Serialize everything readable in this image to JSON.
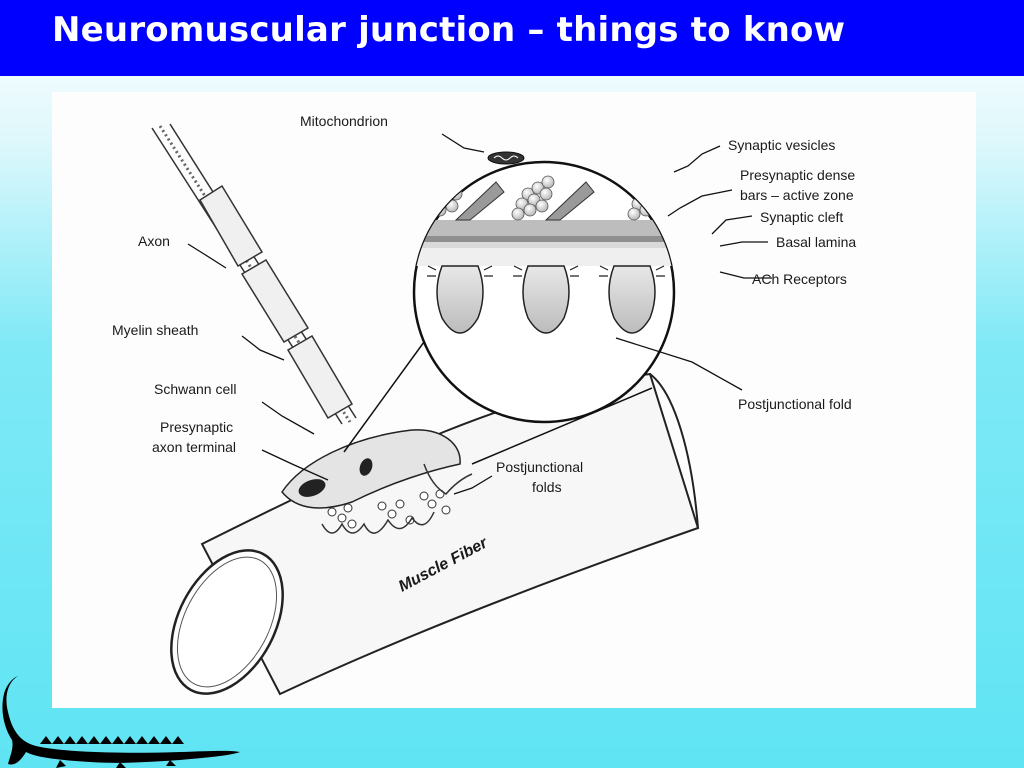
{
  "slide": {
    "title": "Neuromuscular junction – things to know"
  },
  "diagram": {
    "labels": {
      "mitochondrion": "Mitochondrion",
      "synaptic_vesicles": "Synaptic vesicles",
      "presynaptic_dense_1": "Presynaptic dense",
      "presynaptic_dense_2": "bars – active zone",
      "synaptic_cleft": "Synaptic cleft",
      "basal_lamina": "Basal lamina",
      "ach_receptors": "ACh Receptors",
      "postjunctional_fold": "Postjunctional fold",
      "axon": "Axon",
      "myelin_sheath": "Myelin sheath",
      "schwann_cell": "Schwann cell",
      "presynaptic_1": "Presynaptic",
      "presynaptic_2": "axon terminal",
      "postjunctional_folds_1": "Postjunctional",
      "postjunctional_folds_2": "folds",
      "muscle_fiber": "Muscle Fiber"
    }
  },
  "decor": {
    "logo_icon": "crocodile-silhouette-icon"
  }
}
